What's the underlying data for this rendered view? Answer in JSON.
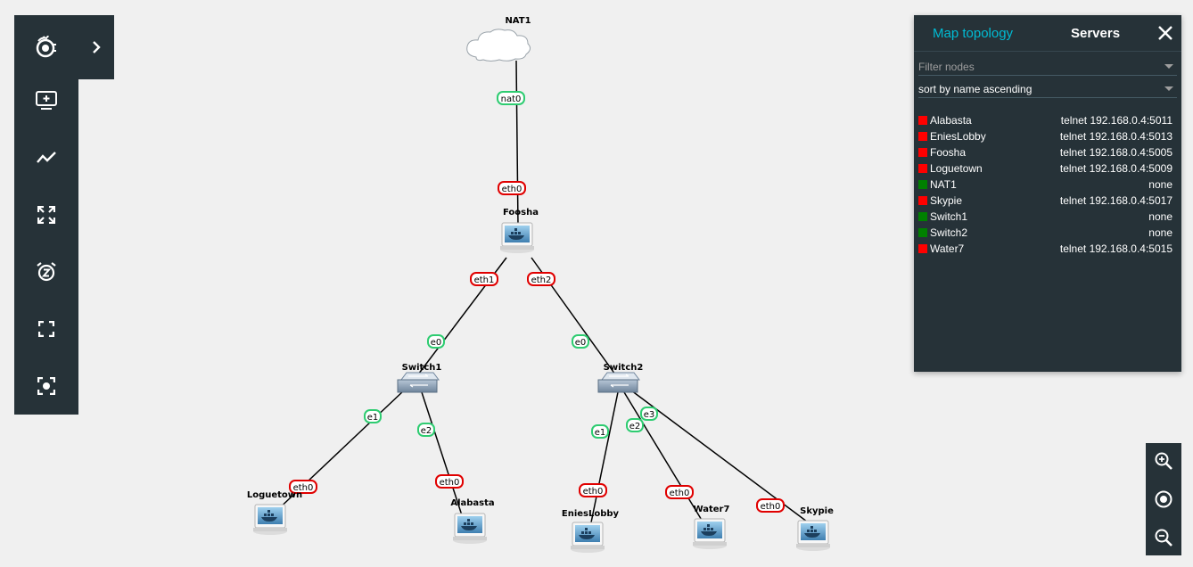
{
  "canvas": {
    "nodes": [
      {
        "name": "NAT1",
        "type": "cloud"
      },
      {
        "name": "Foosha",
        "type": "docker"
      },
      {
        "name": "Switch1",
        "type": "switch"
      },
      {
        "name": "Switch2",
        "type": "switch"
      },
      {
        "name": "Loguetown",
        "type": "docker"
      },
      {
        "name": "Alabasta",
        "type": "docker"
      },
      {
        "name": "EniesLobby",
        "type": "docker"
      },
      {
        "name": "Water7",
        "type": "docker"
      },
      {
        "name": "Skypie",
        "type": "docker"
      }
    ],
    "links": [
      {
        "a": "NAT1",
        "a_port": "nat0",
        "b": "Foosha",
        "b_port": "eth0"
      },
      {
        "a": "Foosha",
        "a_port": "eth1",
        "b": "Switch1",
        "b_port": "e0"
      },
      {
        "a": "Foosha",
        "a_port": "eth2",
        "b": "Switch2",
        "b_port": "e0"
      },
      {
        "a": "Switch1",
        "a_port": "e1",
        "b": "Loguetown",
        "b_port": "eth0"
      },
      {
        "a": "Switch1",
        "a_port": "e2",
        "b": "Alabasta",
        "b_port": "eth0"
      },
      {
        "a": "Switch2",
        "a_port": "e1",
        "b": "EniesLobby",
        "b_port": "eth0"
      },
      {
        "a": "Switch2",
        "a_port": "e2",
        "b": "Water7",
        "b_port": "eth0"
      },
      {
        "a": "Switch2",
        "a_port": "e3",
        "b": "Skypie",
        "b_port": "eth0"
      }
    ]
  },
  "port_colors": {
    "started": "#2ecc71",
    "stopped": "#e00000"
  },
  "toolbar": {
    "items": [
      {
        "name": "gns3-logo-icon"
      },
      {
        "name": "add-node-icon"
      },
      {
        "name": "draw-link-icon"
      },
      {
        "name": "fit-view-icon"
      },
      {
        "name": "snooze-icon"
      },
      {
        "name": "fullscreen-icon"
      },
      {
        "name": "screenshot-icon"
      }
    ],
    "expand_icon": "chevron-right-icon"
  },
  "panel": {
    "tab_map": "Map topology",
    "tab_servers": "Servers",
    "filter_placeholder": "Filter nodes",
    "sort_value": "sort by name ascending",
    "servers": [
      {
        "name": "Alabasta",
        "status": "stopped",
        "console": "telnet 192.168.0.4:5011"
      },
      {
        "name": "EniesLobby",
        "status": "stopped",
        "console": "telnet 192.168.0.4:5013"
      },
      {
        "name": "Foosha",
        "status": "stopped",
        "console": "telnet 192.168.0.4:5005"
      },
      {
        "name": "Loguetown",
        "status": "stopped",
        "console": "telnet 192.168.0.4:5009"
      },
      {
        "name": "NAT1",
        "status": "started",
        "console": "none"
      },
      {
        "name": "Skypie",
        "status": "stopped",
        "console": "telnet 192.168.0.4:5017"
      },
      {
        "name": "Switch1",
        "status": "started",
        "console": "none"
      },
      {
        "name": "Switch2",
        "status": "started",
        "console": "none"
      },
      {
        "name": "Water7",
        "status": "stopped",
        "console": "telnet 192.168.0.4:5015"
      }
    ],
    "status_colors": {
      "stopped": "#ff0000",
      "started": "#008000"
    }
  },
  "zoom": {
    "zoom_in": "zoom-in-icon",
    "reset": "reset-zoom-icon",
    "zoom_out": "zoom-out-icon"
  }
}
